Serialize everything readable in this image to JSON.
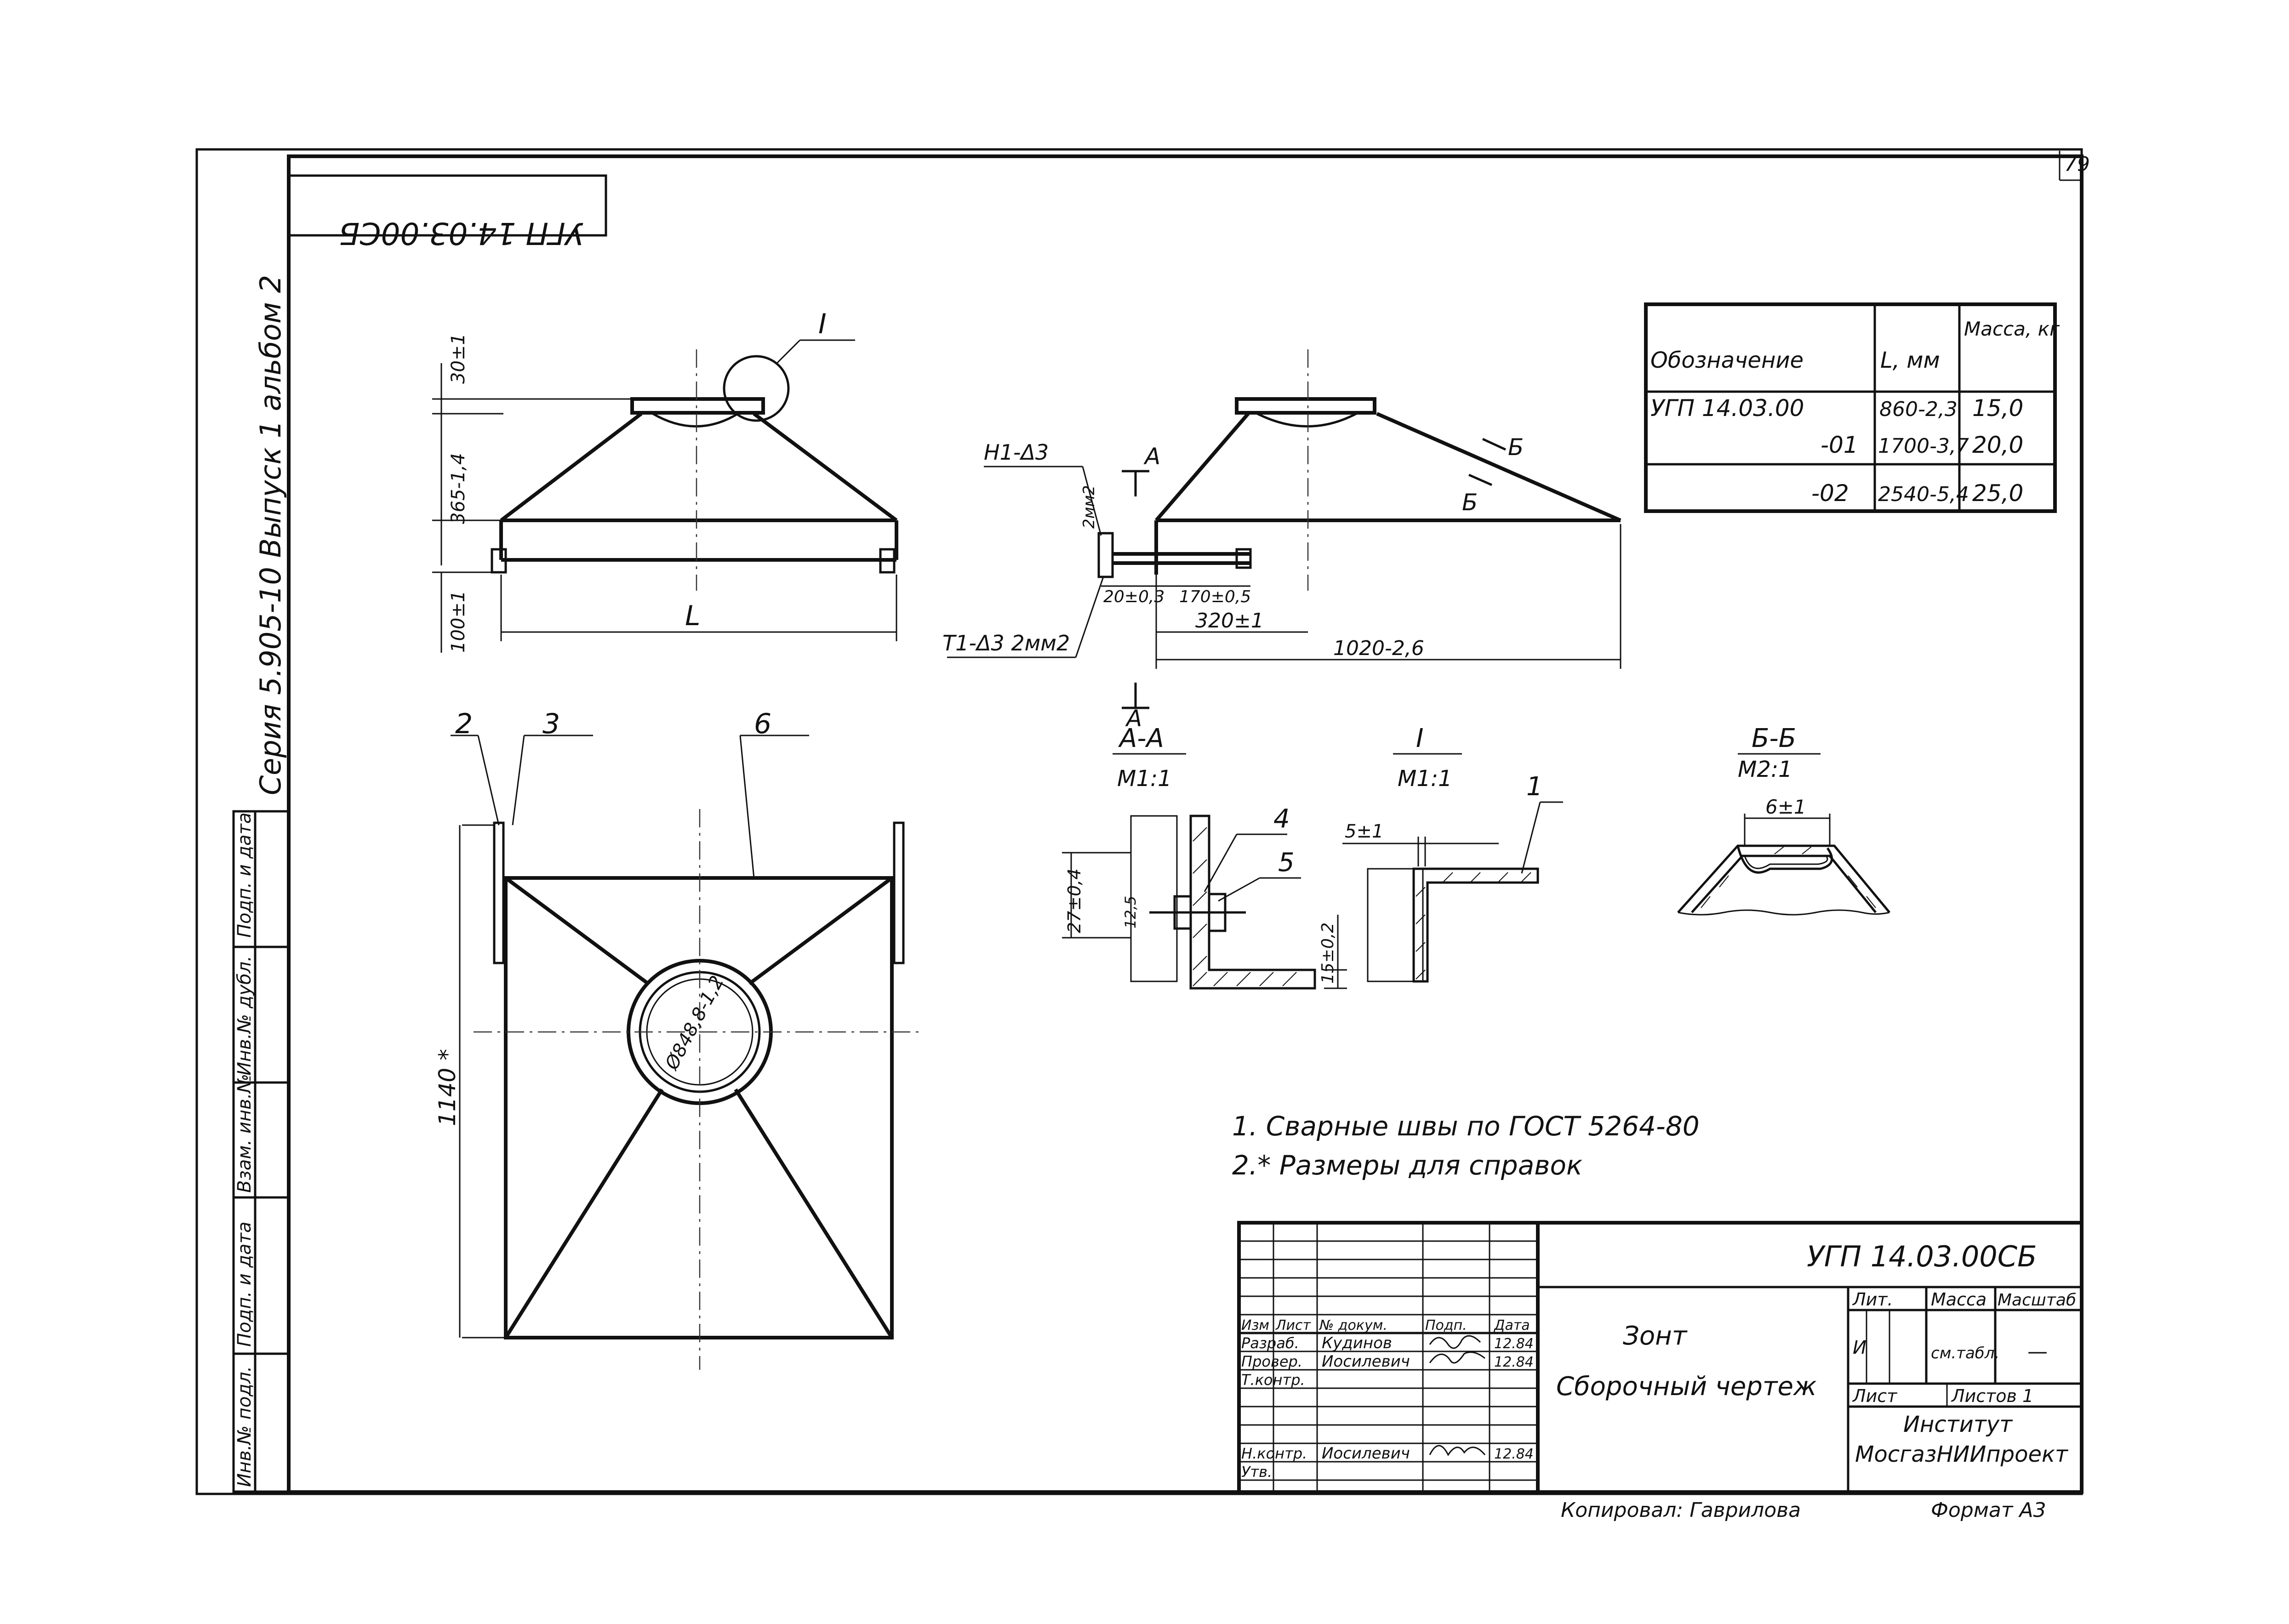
{
  "page_number": "79",
  "stamp_code_mirrored": "УГП 14.03.00СБ",
  "series_label": "Серия 5.905-10   Выпуск 1 альбом 2",
  "spec_table": {
    "headers": [
      "Обозначение",
      "L, мм",
      "Масса, кг"
    ],
    "rows": [
      [
        "УГП 14.03.00",
        "860-2,3",
        "15,0"
      ],
      [
        "-01",
        "1700-3,7",
        "20,0"
      ],
      [
        "-02",
        "2540-5,4",
        "25,0"
      ]
    ]
  },
  "front_view": {
    "callout": "I",
    "dim_top": "30±1",
    "dim_height": "365-1,4",
    "dim_base": "100±1",
    "dim_length": "L"
  },
  "side_view": {
    "weld_upper": "Н1-Δ3",
    "weld_lower": "Т1-Δ3  2мм2",
    "dim_small": "2мм2",
    "dim_20": "20±0,3",
    "dim_170": "170±0,5",
    "dim_320": "320±1",
    "dim_1020": "1020-2,6",
    "section_a": "А",
    "section_b": "Б"
  },
  "plan_view": {
    "pos_2": "2",
    "pos_3": "3",
    "pos_6": "6",
    "dia": "Ø848,8-1,2",
    "dim_1140": "1140 *"
  },
  "detail_aa": {
    "title": "А-А",
    "scale": "М1:1",
    "pos_4": "4",
    "pos_5": "5",
    "dim_v": "27±0,4",
    "dim_125": "12,5",
    "dim_15": "15±0,2"
  },
  "detail_i": {
    "title": "I",
    "scale": "М1:1",
    "pos_1": "1",
    "dim_5": "5±1"
  },
  "detail_bb": {
    "title": "Б-Б",
    "scale": "М2:1",
    "dim_6": "6±1"
  },
  "notes": [
    "1. Сварные швы по ГОСТ 5264-80",
    "2.* Размеры для справок"
  ],
  "left_strip": [
    "Подп. и дата",
    "Инв.№ дубл.",
    "Взам. инв.№",
    "Подп. и дата",
    "Инв.№ подл."
  ],
  "title_block": {
    "code": "УГП 14.03.00СБ",
    "name": "Зонт",
    "doc_type": "Сборочный чертеж",
    "col_headers": [
      "Изм",
      "Лист",
      "№ докум.",
      "Подп.",
      "Дата"
    ],
    "roles": [
      {
        "role": "Разраб.",
        "name": "Кудинов",
        "date": "12.84"
      },
      {
        "role": "Провер.",
        "name": "Иосилевич",
        "date": "12.84"
      },
      {
        "role": "Т.контр.",
        "name": "",
        "date": ""
      },
      {
        "role": "",
        "name": "",
        "date": ""
      },
      {
        "role": "Н.контр.",
        "name": "Иосилевич",
        "date": "12.84"
      },
      {
        "role": "Утв.",
        "name": "",
        "date": ""
      }
    ],
    "lit_label": "Лит.",
    "mass_label": "Масса",
    "scale_label": "Масштаб",
    "lit_value": "И",
    "mass_value": "см.табл.",
    "scale_value": "—",
    "sheet_label": "Лист",
    "sheets_label": "Листов 1",
    "org": [
      "Институт",
      "МосгазНИИпроект"
    ]
  },
  "copied_by": "Копировал: Гаврилова",
  "format": "Формат А3"
}
